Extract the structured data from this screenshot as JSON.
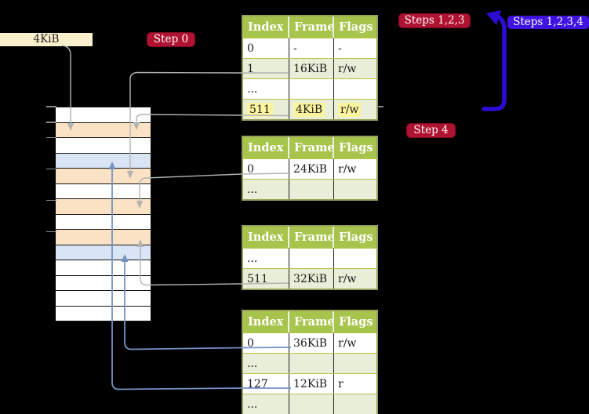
{
  "page_size_label": "4KiB",
  "badges": {
    "step0": {
      "label": "Step 0"
    },
    "steps123": {
      "label": "Steps 1,2,3"
    },
    "steps1234": {
      "label": "Steps 1,2,3,4"
    },
    "step4": {
      "label": "Step 4"
    }
  },
  "tables": [
    {
      "name": "page-table-top",
      "headers": [
        "Index",
        "Frame",
        "Flags"
      ],
      "rows": [
        {
          "cells": [
            "0",
            "-",
            "-"
          ]
        },
        {
          "cells": [
            "1",
            "16KiB",
            "r/w"
          ]
        },
        {
          "cells": [
            "...",
            "",
            ""
          ]
        },
        {
          "cells": [
            "511",
            "4KiB",
            "r/w"
          ],
          "highlight": true
        }
      ]
    },
    {
      "name": "page-table-second",
      "headers": [
        "Index",
        "Frame",
        "Flags"
      ],
      "rows": [
        {
          "cells": [
            "0",
            "24KiB",
            "r/w"
          ]
        },
        {
          "cells": [
            "...",
            "",
            ""
          ]
        }
      ]
    },
    {
      "name": "page-table-third",
      "headers": [
        "Index",
        "Frame",
        "Flags"
      ],
      "rows": [
        {
          "cells": [
            "...",
            "",
            ""
          ]
        },
        {
          "cells": [
            "511",
            "32KiB",
            "r/w"
          ]
        }
      ]
    },
    {
      "name": "page-table-bottom",
      "headers": [
        "Index",
        "Frame",
        "Flags"
      ],
      "rows": [
        {
          "cells": [
            "0",
            "36KiB",
            "r/w"
          ]
        },
        {
          "cells": [
            "...",
            "",
            ""
          ]
        },
        {
          "cells": [
            "127",
            "12KiB",
            "r"
          ]
        },
        {
          "cells": [
            "...",
            "",
            ""
          ]
        }
      ]
    }
  ],
  "memory": {
    "rows": [
      {
        "color": "white"
      },
      {
        "color": "peach"
      },
      {
        "color": "white"
      },
      {
        "color": "blue"
      },
      {
        "color": "peach"
      },
      {
        "color": "white"
      },
      {
        "color": "peach"
      },
      {
        "color": "white"
      },
      {
        "color": "peach"
      },
      {
        "color": "blue"
      },
      {
        "color": "white"
      },
      {
        "color": "white"
      },
      {
        "color": "white"
      },
      {
        "color": "white"
      }
    ]
  },
  "colors": {
    "label_bg": "#fbf0cb",
    "badge_red": "#b01232",
    "badge_blue": "#4013e0",
    "table_header_bg": "#a7c44d",
    "table_row_tint": "#e9eed8",
    "table_row_white": "#ffffff",
    "table_border": "#96a058",
    "row_divider": "#b9c145",
    "highlight_yellow": "#fdf49e",
    "mem_white": "#ffffff",
    "mem_peach": "#fbe2c4",
    "mem_blue": "#d9e4f4",
    "arrow_gray": "#b3b3b3",
    "arrow_blue": "#7392c4",
    "big_arrow_blue": "#2d0cd4",
    "tick_gray": "#8c8c8c"
  }
}
